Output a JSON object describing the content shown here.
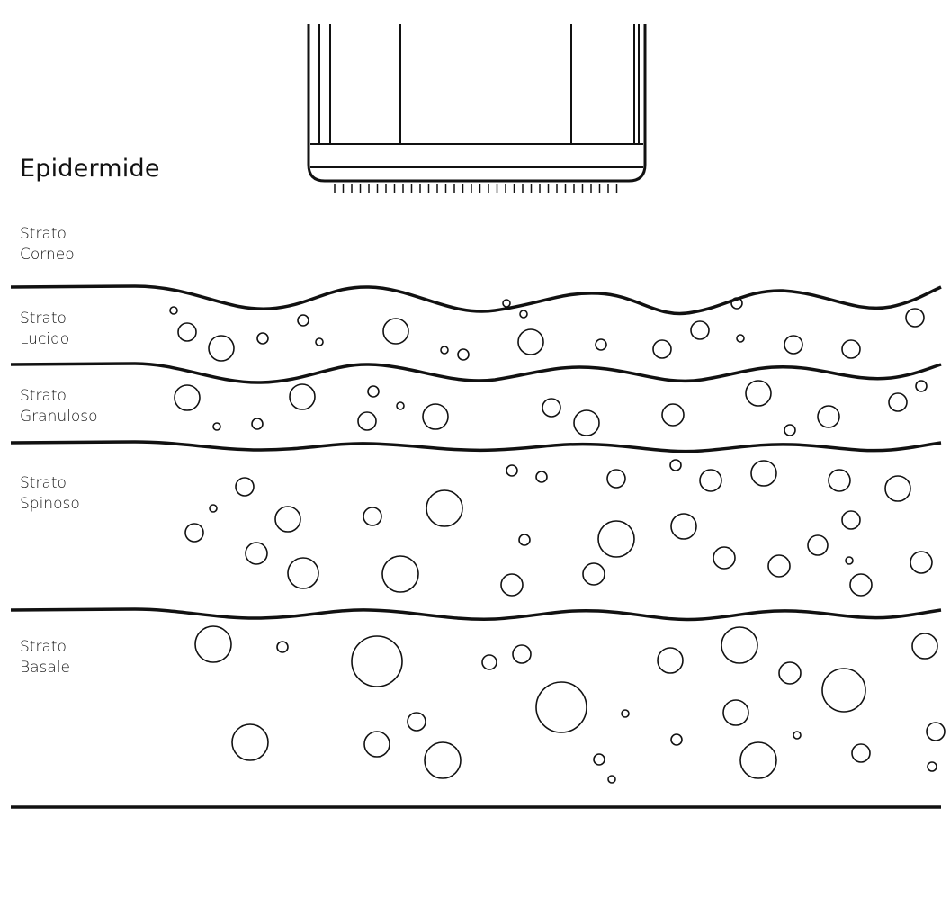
{
  "title": "Epidermide",
  "stroke_color": "#111111",
  "background": "#ffffff",
  "device": {
    "icon": "microneedle-device-icon"
  },
  "layers": [
    {
      "id": "corneo",
      "line1": "Strato",
      "line2": "Corneo"
    },
    {
      "id": "lucido",
      "line1": "Strato",
      "line2": "Lucido"
    },
    {
      "id": "granuloso",
      "line1": "Strato",
      "line2": "Granuloso"
    },
    {
      "id": "spinoso",
      "line1": "Strato",
      "line2": "Spinoso"
    },
    {
      "id": "basale",
      "line1": "Strato",
      "line2": "Basale"
    }
  ]
}
